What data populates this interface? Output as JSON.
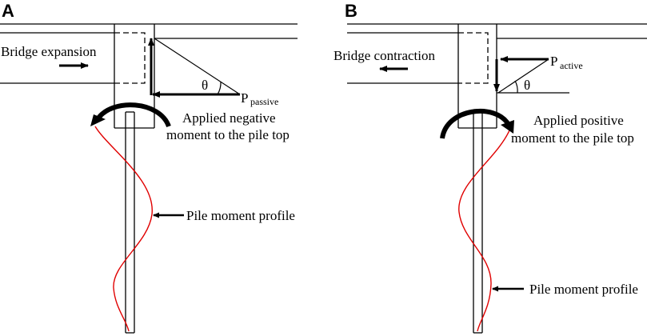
{
  "panels": [
    {
      "letter": "A",
      "movement_label": "Bridge expansion",
      "force_label": "P",
      "force_subscript": "passive",
      "angle_label": "θ",
      "moment_label_line1": "Applied negative",
      "moment_label_line2": "moment to the pile top",
      "profile_label": "Pile moment profile"
    },
    {
      "letter": "B",
      "movement_label": "Bridge contraction",
      "force_label": "P",
      "force_subscript": "active",
      "angle_label": "θ",
      "moment_label_line1": "Applied positive",
      "moment_label_line2": "moment to the pile top",
      "profile_label": "Pile moment profile"
    }
  ],
  "colors": {
    "line": "#000000",
    "moment_profile": "#e00000"
  }
}
